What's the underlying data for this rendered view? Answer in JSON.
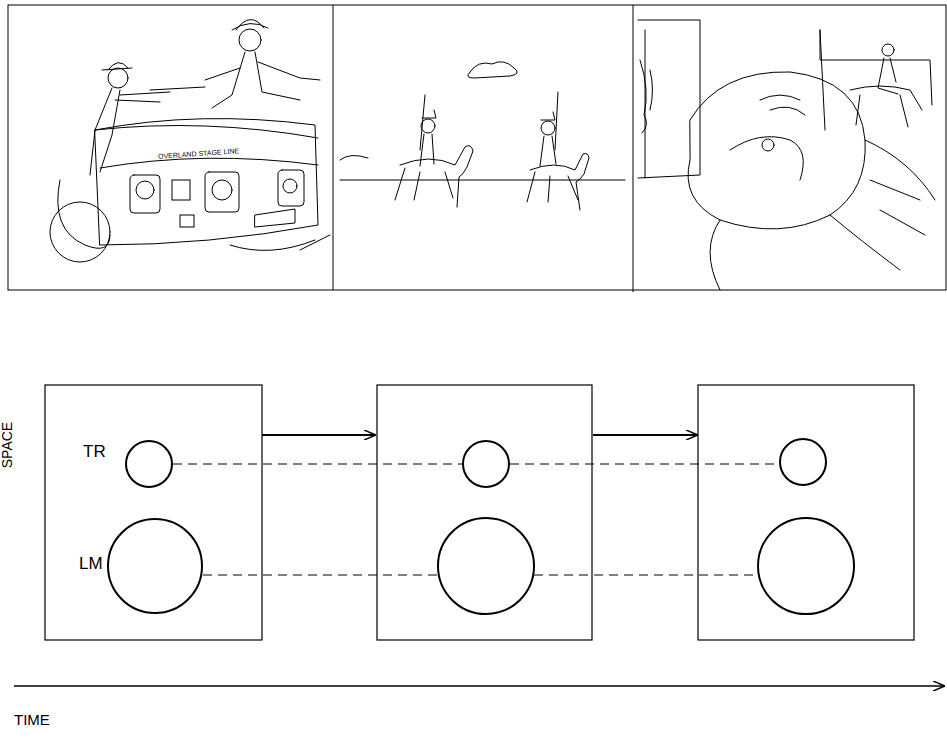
{
  "diagram": {
    "nodes": [
      {
        "text": [
          "TR"
        ]
      },
      {
        "text": [
          "LM"
        ]
      }
    ],
    "labels": [
      "OVERLAND STAGE LINE",
      "SPACE",
      "TIME"
    ]
  }
}
